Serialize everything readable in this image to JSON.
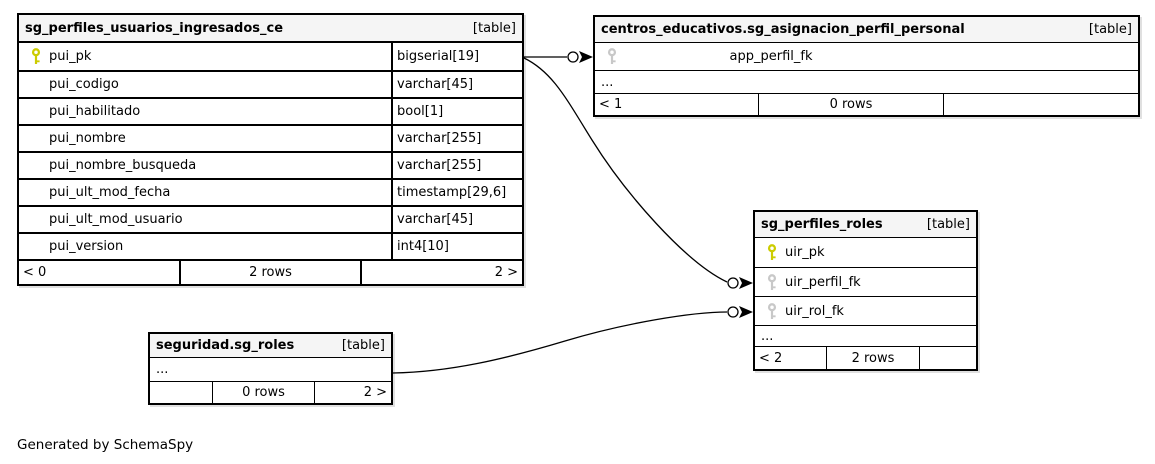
{
  "diagram": {
    "note": "Generated by SchemaSpy"
  },
  "colors": {
    "pk_key": "#cccc00",
    "fk_key": "#c8c8c8",
    "header_bg": "#f5f5f5",
    "border": "#000000"
  },
  "tables": {
    "t1": {
      "name": "sg_perfiles_usuarios_ingresados_ce",
      "badge": "[table]",
      "rows": [
        {
          "name": "pui_pk",
          "type": "bigserial[19]",
          "key": "pk"
        },
        {
          "name": "pui_codigo",
          "type": "varchar[45]"
        },
        {
          "name": "pui_habilitado",
          "type": "bool[1]"
        },
        {
          "name": "pui_nombre",
          "type": "varchar[255]"
        },
        {
          "name": "pui_nombre_busqueda",
          "type": "varchar[255]"
        },
        {
          "name": "pui_ult_mod_fecha",
          "type": "timestamp[29,6]"
        },
        {
          "name": "pui_ult_mod_usuario",
          "type": "varchar[45]"
        },
        {
          "name": "pui_version",
          "type": "int4[10]"
        }
      ],
      "footer": {
        "left": "< 0",
        "center": "2 rows",
        "right": "2 >"
      }
    },
    "t2": {
      "name": "centros_educativos.sg_asignacion_perfil_personal",
      "badge": "[table]",
      "rows": [
        {
          "name": "app_perfil_fk",
          "key": "fk"
        }
      ],
      "ellipsis": "...",
      "footer": {
        "left": "< 1",
        "center": "0 rows",
        "right": ""
      }
    },
    "t3": {
      "name": "sg_perfiles_roles",
      "badge": "[table]",
      "rows": [
        {
          "name": "uir_pk",
          "key": "pk"
        },
        {
          "name": "uir_perfil_fk",
          "key": "fk"
        },
        {
          "name": "uir_rol_fk",
          "key": "fk"
        }
      ],
      "ellipsis": "...",
      "footer": {
        "left": "< 2",
        "center": "2 rows",
        "right": ""
      }
    },
    "t4": {
      "name": "seguridad.sg_roles",
      "badge": "[table]",
      "ellipsis": "...",
      "footer": {
        "left": "",
        "center": "0 rows",
        "right": "2 >"
      }
    }
  },
  "relationships": [
    {
      "from": "sg_perfiles_usuarios_ingresados_ce.pui_pk",
      "to": "centros_educativos.sg_asignacion_perfil_personal.app_perfil_fk"
    },
    {
      "from": "sg_perfiles_usuarios_ingresados_ce.pui_pk",
      "to": "sg_perfiles_roles.uir_perfil_fk"
    },
    {
      "from": "seguridad.sg_roles",
      "to": "sg_perfiles_roles.uir_rol_fk"
    }
  ]
}
